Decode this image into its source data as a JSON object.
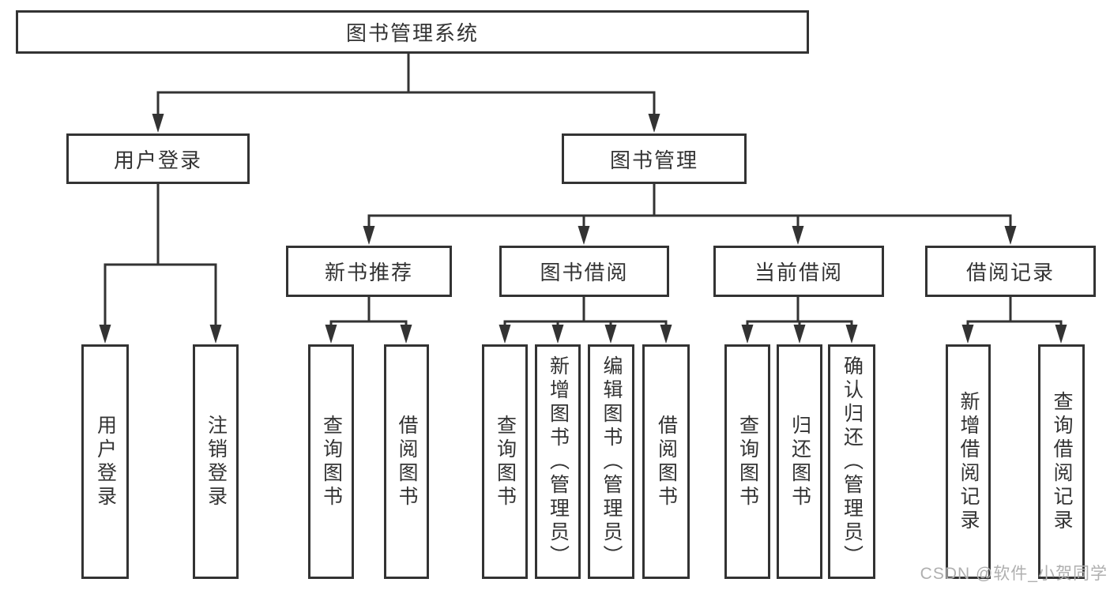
{
  "tree": {
    "root": {
      "label": "图书管理系统",
      "children": [
        {
          "label": "用户登录",
          "children": [
            {
              "label": "用户登录"
            },
            {
              "label": "注销登录"
            }
          ]
        },
        {
          "label": "图书管理",
          "children": [
            {
              "label": "新书推荐",
              "children": [
                {
                  "label": "查询图书"
                },
                {
                  "label": "借阅图书"
                }
              ]
            },
            {
              "label": "图书借阅",
              "children": [
                {
                  "label": "查询图书"
                },
                {
                  "label": "新增图书（管理员）"
                },
                {
                  "label": "编辑图书（管理员）"
                },
                {
                  "label": "借阅图书"
                }
              ]
            },
            {
              "label": "当前借阅",
              "children": [
                {
                  "label": "查询图书"
                },
                {
                  "label": "归还图书"
                },
                {
                  "label": "确认归还（管理员）"
                }
              ]
            },
            {
              "label": "借阅记录",
              "children": [
                {
                  "label": "新增借阅记录"
                },
                {
                  "label": "查询借阅记录"
                }
              ]
            }
          ]
        }
      ]
    }
  },
  "watermark": {
    "text": "CSDN @软件_小贺同学"
  },
  "colors": {
    "line": "#333333",
    "box_border": "#333333",
    "text": "#333333",
    "watermark": "#afafaf",
    "background": "#ffffff"
  }
}
